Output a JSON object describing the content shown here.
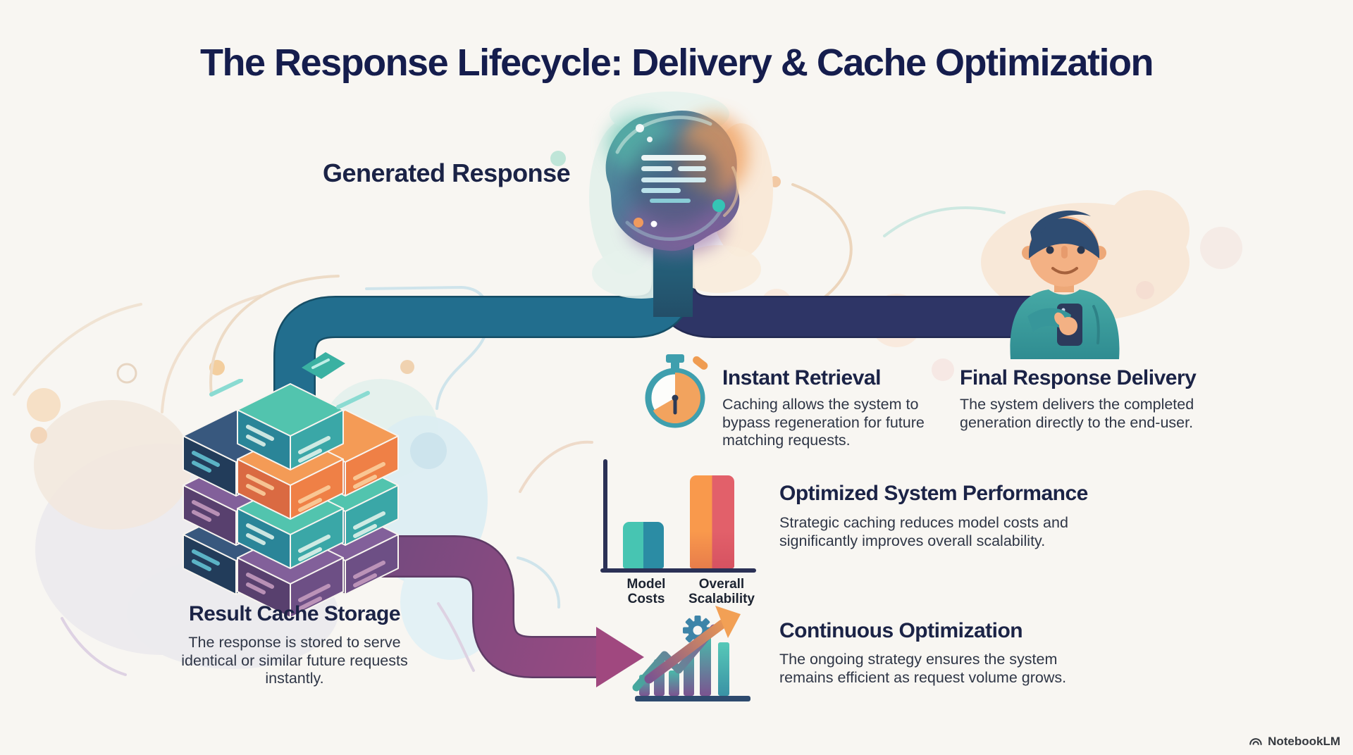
{
  "title": "The Response Lifecycle: Delivery & Cache Optimization",
  "flow": {
    "source_label": "Generated Response",
    "steps": {
      "instant_retrieval": {
        "heading": "Instant Retrieval",
        "body": "Caching allows the system to bypass regeneration for future matching requests."
      },
      "final_delivery": {
        "heading": "Final Response Delivery",
        "body": "The system delivers the completed generation directly to the end-user."
      },
      "optimized_performance": {
        "heading": "Optimized System Performance",
        "body": "Strategic caching reduces model costs and significantly improves overall scalability."
      },
      "continuous_optimization": {
        "heading": "Continuous Optimization",
        "body": "The ongoing strategy ensures the system remains efficient as request volume grows."
      },
      "result_cache_storage": {
        "heading": "Result Cache Storage",
        "body": "The response is stored to serve identical or similar future requests instantly."
      }
    }
  },
  "chart_data": {
    "type": "bar",
    "categories": [
      "Model Costs",
      "Overall Scalability"
    ],
    "values": [
      45,
      90
    ],
    "ylim": [
      0,
      100
    ],
    "title": "",
    "xlabel": "",
    "ylabel": "",
    "grid": false,
    "legend": false
  },
  "icons": {
    "stopwatch": "stopwatch-icon",
    "gear": "gear-icon",
    "growth_arrow": "growth-arrow-icon",
    "brain": "ai-brain-illustration",
    "cache_blocks": "cache-blocks-illustration",
    "end_user": "end-user-illustration",
    "notebooklm": "notebooklm-logo-icon"
  },
  "branding": {
    "logo_text": "NotebookLM"
  },
  "colors": {
    "background": "#f8f6f2",
    "heading_navy": "#1b2346",
    "body_text": "#2f3646",
    "pipe_teal": "#226e8e",
    "pipe_navy": "#2e3566",
    "pipe_purple": "#7a4c84",
    "arrow_magenta": "#a0487f",
    "bar_teal": "#2b8ca4",
    "bar_orange": "#f9994c",
    "accent_orange": "#ef9c52",
    "shirt_teal": "#3fa3a0"
  }
}
